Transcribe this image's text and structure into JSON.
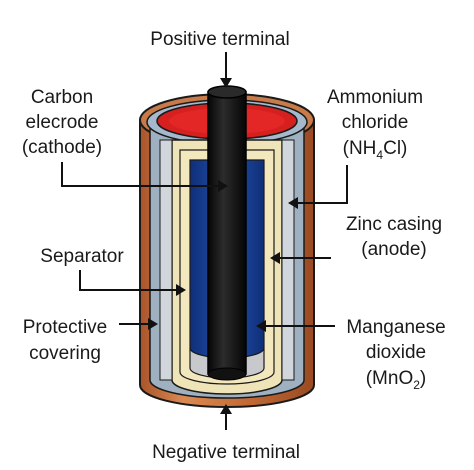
{
  "labels": {
    "positive_terminal": "Positive terminal",
    "negative_terminal": "Negative terminal",
    "carbon_line1": "Carbon",
    "carbon_line2": "elecrode",
    "carbon_line3": "(cathode)",
    "ammonium_line1": "Ammonium",
    "ammonium_line2": "chloride",
    "ammonium_line3_pre": "(NH",
    "ammonium_line3_sub": "4",
    "ammonium_line3_post": "Cl)",
    "zinc_line1": "Zinc casing",
    "zinc_line2": "(anode)",
    "separator": "Separator",
    "protective_line1": "Protective",
    "protective_line2": "covering",
    "manganese_line1": "Manganese",
    "manganese_line2": "dioxide",
    "manganese_line3_pre": "(MnO",
    "manganese_line3_sub": "2",
    "manganese_line3_post": ")"
  },
  "colors": {
    "casing": "#c8703a",
    "zinc": "#9fa8b5",
    "separator": "#efe3b8",
    "manganese": "#1b3f8f",
    "electrolyte_top": "#d61f1f",
    "carbon_rod": "#141414",
    "outline": "#1a1a1a"
  }
}
